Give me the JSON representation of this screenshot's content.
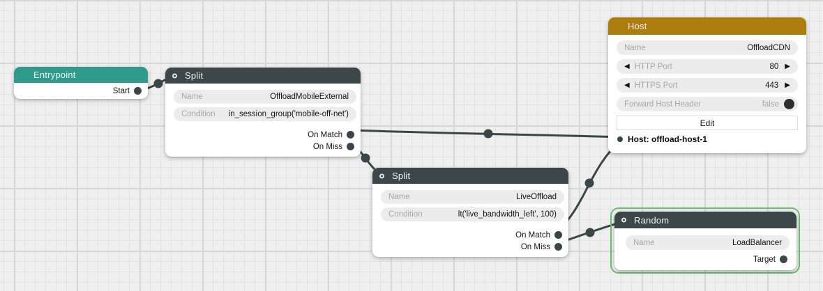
{
  "canvas": {
    "background": "#efefef",
    "grid_minor_color": "#e3e3e3",
    "grid_major_color": "#d6d6d6"
  },
  "colors": {
    "entrypoint_header": "#2f9a8c",
    "split_header": "#3b4749",
    "random_header": "#3b4749",
    "host_header": "#ac7d0e",
    "edge": "#3a4647",
    "selection_outline": "#6abf6f",
    "pill_background": "#ececec",
    "pill_label": "#a7a7a7"
  },
  "icons": {
    "decrement": "◀",
    "increment": "▶",
    "header_input_ring": "○"
  },
  "nodes": {
    "entrypoint": {
      "title": "Entrypoint",
      "output_label": "Start"
    },
    "split1": {
      "title": "Split",
      "fields": [
        {
          "label": "Name",
          "value": "OffloadMobileExternal"
        },
        {
          "label": "Condition",
          "value": "in_session_group('mobile-off-net')"
        }
      ],
      "outputs": [
        "On Match",
        "On Miss"
      ]
    },
    "split2": {
      "title": "Split",
      "fields": [
        {
          "label": "Name",
          "value": "LiveOffload"
        },
        {
          "label": "Condition",
          "value": "lt('live_bandwidth_left', 100)"
        }
      ],
      "outputs": [
        "On Match",
        "On Miss"
      ]
    },
    "host": {
      "title": "Host",
      "name": {
        "label": "Name",
        "value": "OffloadCDN"
      },
      "http_port": {
        "label": "HTTP Port",
        "value": "80"
      },
      "https_port": {
        "label": "HTTPS Port",
        "value": "443"
      },
      "forward_host_header": {
        "label": "Forward Host Header",
        "value": "false"
      },
      "edit_label": "Edit",
      "host_item": "Host: offload-host-1"
    },
    "random": {
      "title": "Random",
      "name": {
        "label": "Name",
        "value": "LoadBalancer"
      },
      "output_label": "Target",
      "selected": true
    }
  },
  "edges": [
    {
      "from": "Entrypoint.Start",
      "to": "Split:OffloadMobileExternal.input"
    },
    {
      "from": "Split:OffloadMobileExternal.On Match",
      "to": "Host:OffloadCDN.Host: offload-host-1"
    },
    {
      "from": "Split:OffloadMobileExternal.On Miss",
      "to": "Split:LiveOffload.input"
    },
    {
      "from": "Split:LiveOffload.On Match",
      "to": "Host:OffloadCDN.Host: offload-host-1"
    },
    {
      "from": "Split:LiveOffload.On Miss",
      "to": "Random:LoadBalancer.input"
    }
  ]
}
